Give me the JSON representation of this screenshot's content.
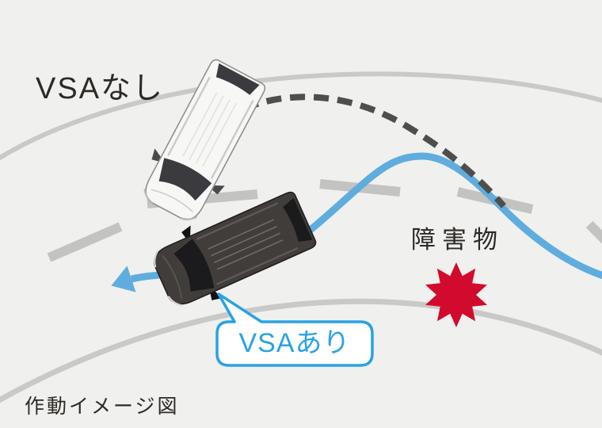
{
  "figure": {
    "caption": "作動イメージ図",
    "label_without_vsa": "VSAなし",
    "label_obstacle": "障害物",
    "bubble_with_vsa": "VSAあり"
  },
  "icons": {
    "obstacle_burst": "burst-star-icon",
    "vsa_path_arrow": "left-arrowhead-icon"
  },
  "colors": {
    "background": "#f0f0ee",
    "road_edge": "#c9c9c8",
    "lane_marking": "#c3c3c2",
    "vsa_path_blue": "#5fadde",
    "bubble_blue": "#29a2e4",
    "no_vsa_path_gray": "#4f4e4e",
    "obstacle_red": "#d20a2d",
    "text_dark": "#2d2a26",
    "car_without_vsa_body": "#f7f7f5",
    "car_with_vsa_body": "#413d3b"
  }
}
